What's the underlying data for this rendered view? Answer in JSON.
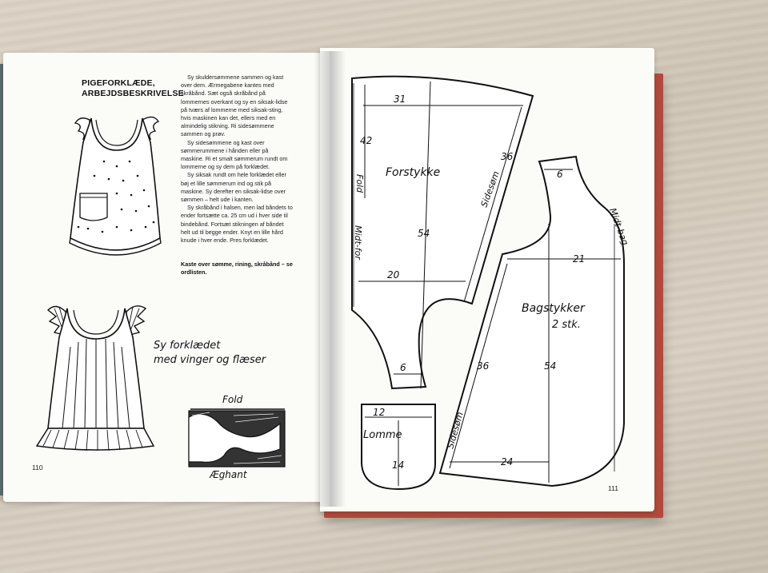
{
  "left_page": {
    "title_lines": [
      "PIGEFORKLÆDE,",
      "ARBEJDSBESKRIVELSE"
    ],
    "paragraphs": [
      "Sy skuldersømmene sammen og kast over dem. Ærmegabene kantes med skråbånd. Sæt også skråbånd på lommernes overkant og sy en siksak-lidse på tværs af lommerne med siksak-sting, hvis maskinen kan det, ellers med en almindelig stikning. Ri sidesømmene sammen og prøv.",
      "Sy sidesømmene og kast over sømmerummene i hånden eller på maskine. Ri et smalt sømmerum rundt om lommerne og sy dem på forklædet.",
      "Sy siksak rundt om hele forklædet eller bøj et lille sømmerum ind og stik på maskine. Sy derefter en siksak-lidse over sømmen – helt ude i kanten.",
      "Sy skråbånd i halsen, men lad båndets to ender fortsætte ca. 25 cm ud i hver side til bindebånd. Fortsæt stikningen af båndet helt ud til begge ender. Knyt en lille hård knude i hver ende. Pres forklædet."
    ],
    "note": "Kaste over sømme, rining, skråbånd – se ordlisten.",
    "sketch_caption_lines": [
      "Sy forklædet",
      "med vinger og flæser"
    ],
    "fold_label": "Fold",
    "hem_label": "Æghant",
    "page_number": "110"
  },
  "right_page": {
    "front_piece": {
      "name": "Forstykke",
      "width_top": "31",
      "height_left": "42",
      "fold_label": "Fold",
      "mid_label": "Midt-for",
      "length": "54",
      "side_length": "36",
      "side_label": "Sidesøm",
      "width_mid": "20",
      "strap_width": "6"
    },
    "back_piece": {
      "name_lines": [
        "Bagstykker",
        "2 stk."
      ],
      "strap_width": "6",
      "mid_label": "Midt-bag",
      "width_mid": "21",
      "side_length": "36",
      "length": "54",
      "side_label": "Sidesøm",
      "width_bottom": "24"
    },
    "pocket": {
      "name": "Lomme",
      "width": "12",
      "height": "14"
    },
    "page_number": "111"
  }
}
